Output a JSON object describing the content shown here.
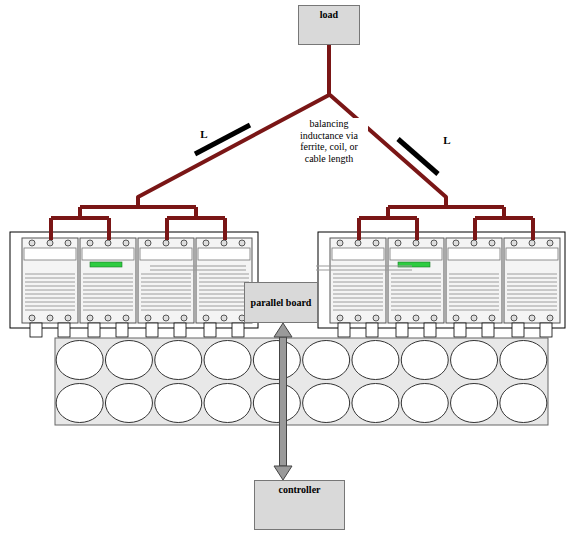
{
  "diagram": {
    "nodes": [
      {
        "text": [
          "load"
        ]
      },
      {
        "text": [
          "parallel board"
        ]
      },
      {
        "text": [
          "controller"
        ]
      }
    ],
    "edges": [
      {
        "from": 1,
        "to": 2,
        "arrow": "both"
      }
    ],
    "labels": [
      "L",
      "L",
      "balancing inductance via ferrite, coil, or cable length"
    ]
  }
}
